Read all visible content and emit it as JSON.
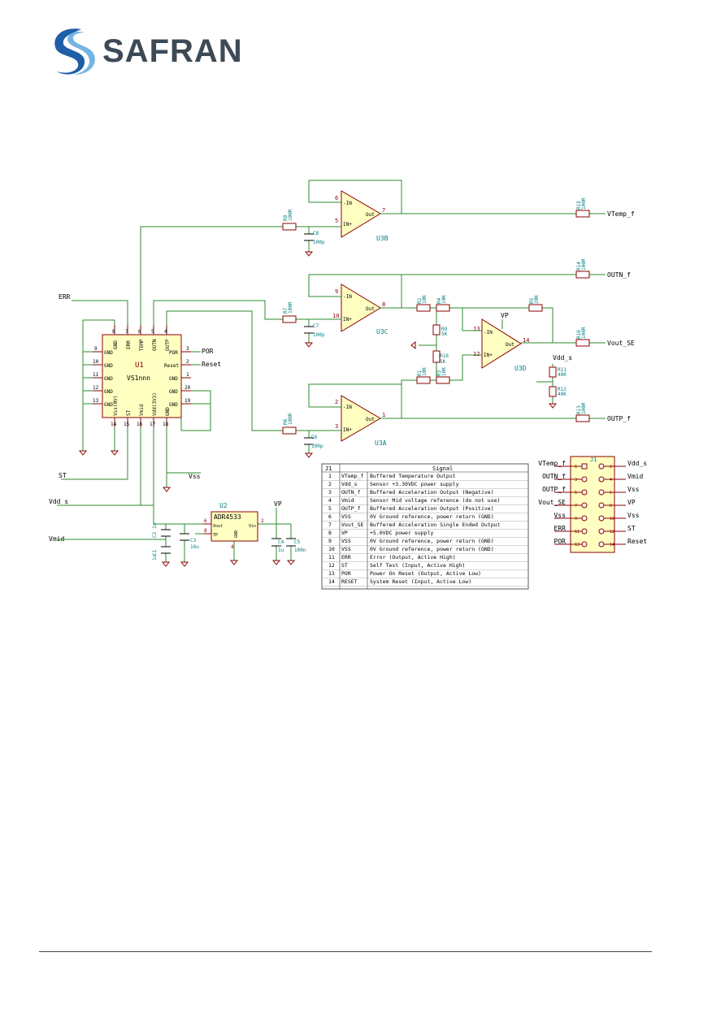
{
  "brand": {
    "name": "SAFRAN",
    "color": "#3d4a56",
    "accent": "#1f5fa8"
  },
  "colors": {
    "wire": "#2e8b2e",
    "part_outline": "#8b0000",
    "part_fill": "#ffffc2",
    "ref_text": "#008080"
  },
  "components": {
    "u1": {
      "ref": "U1",
      "value": "VS1nnn",
      "pins_left": [
        {
          "num": "9",
          "name": "GND"
        },
        {
          "num": "10",
          "name": "GND"
        },
        {
          "num": "11",
          "name": "GND"
        },
        {
          "num": "12",
          "name": "GND"
        },
        {
          "num": "13",
          "name": "GND"
        }
      ],
      "pins_top": [
        {
          "num": "8",
          "name": "GND"
        },
        {
          "num": "7",
          "name": "ERR"
        },
        {
          "num": "6",
          "name": "TEMP"
        },
        {
          "num": "5",
          "name": "OUTN"
        },
        {
          "num": "4",
          "name": "OUTP"
        }
      ],
      "pins_right": [
        {
          "num": "3",
          "name": "POR"
        },
        {
          "num": "2",
          "name": "Reset"
        },
        {
          "num": "1",
          "name": "GND"
        },
        {
          "num": "20",
          "name": "GND"
        },
        {
          "num": "19",
          "name": "GND"
        }
      ],
      "pins_bottom": [
        {
          "num": "14",
          "name": "Vss(0V)"
        },
        {
          "num": "15",
          "name": "ST"
        },
        {
          "num": "16",
          "name": "Vmid"
        },
        {
          "num": "17",
          "name": "Vdd(3V3)"
        },
        {
          "num": "18",
          "name": "GND"
        }
      ]
    },
    "u2": {
      "ref": "U2",
      "value": "ADR4533",
      "pin_vout": "Vout",
      "pin_tp": "TP",
      "pin_vin": "Vin",
      "pin_gnd": "GND",
      "num_vout": "6",
      "num_tp": "8",
      "num_vin": "2",
      "num_gnd": "4"
    },
    "u3a": {
      "ref": "U3A",
      "in_minus": "-IN",
      "in_plus": "IN+",
      "out": "Out",
      "p_minus": "2",
      "p_plus": "3",
      "p_out": "1"
    },
    "u3b": {
      "ref": "U3B",
      "in_minus": "-IN",
      "in_plus": "IN+",
      "out": "Out",
      "p_minus": "6",
      "p_plus": "5",
      "p_out": "7"
    },
    "u3c": {
      "ref": "U3C",
      "in_minus": "-IN",
      "in_plus": "IN+",
      "out": "Out",
      "p_minus": "9",
      "p_plus": "10",
      "p_out": "8"
    },
    "u3d": {
      "ref": "U3D",
      "in_minus": "-IN",
      "in_plus": "IN+",
      "out": "Out",
      "p_minus": "13",
      "p_plus": "12",
      "p_out": "14"
    },
    "resistors": [
      {
        "ref": "R8",
        "val": "100R"
      },
      {
        "ref": "R7",
        "val": "100R"
      },
      {
        "ref": "R6",
        "val": "100R"
      },
      {
        "ref": "R15",
        "val": "100R"
      },
      {
        "ref": "R14",
        "val": "100R"
      },
      {
        "ref": "R16",
        "val": "100R"
      },
      {
        "ref": "R13",
        "val": "100R"
      },
      {
        "ref": "R2",
        "val": "10K"
      },
      {
        "ref": "R4",
        "val": "10K"
      },
      {
        "ref": "R5",
        "val": "20K"
      },
      {
        "ref": "R9",
        "val": "5K"
      },
      {
        "ref": "R10",
        "val": "5K"
      },
      {
        "ref": "R1",
        "val": "10K"
      },
      {
        "ref": "R3",
        "val": "10K"
      },
      {
        "ref": "R11",
        "val": "40K"
      },
      {
        "ref": "R12",
        "val": "40K"
      }
    ],
    "caps": [
      {
        "ref": "C8",
        "val": "100p"
      },
      {
        "ref": "C7",
        "val": "100p"
      },
      {
        "ref": "C6",
        "val": "100p"
      },
      {
        "ref": "C1",
        "val": "1u"
      },
      {
        "ref": "C2",
        "val": "1u"
      },
      {
        "ref": "C3",
        "val": "10u"
      },
      {
        "ref": "C4",
        "val": "1u"
      },
      {
        "ref": "C5",
        "val": "100n"
      }
    ]
  },
  "nets": {
    "err": "ERR",
    "st": "ST",
    "vss": "Vss",
    "vdd_s": "Vdd_s",
    "vmid": "Vmid",
    "vp": "VP",
    "por": "POR",
    "reset": "Reset",
    "vtemp_f": "VTemp_f",
    "outn_f": "OUTN_f",
    "vout_se": "Vout_SE",
    "outp_f": "OUTP_f"
  },
  "j1_table": {
    "header": [
      "J1",
      "Signal"
    ],
    "rows": [
      [
        "1",
        "VTemp_f",
        "Buffered Temperature Output"
      ],
      [
        "2",
        "Vdd_s",
        "Sensor +3.30VDC power supply"
      ],
      [
        "3",
        "OUTN_f",
        "Buffered Acceleration Output (Negative)"
      ],
      [
        "4",
        "Vmid",
        "Sensor Mid voltage reference (do not use)"
      ],
      [
        "5",
        "OUTP_f",
        "Buffered Acceleration Output (Positive)"
      ],
      [
        "6",
        "VSS",
        "0V Ground reference, power return (GND)"
      ],
      [
        "7",
        "Vout_SE",
        "Buffered Acceleration Single Ended Output"
      ],
      [
        "8",
        "VP",
        "+5.0VDC power supply"
      ],
      [
        "9",
        "VSS",
        "0V Ground reference, power return (GND)"
      ],
      [
        "10",
        "VSS",
        "0V Ground reference, power return (GND)"
      ],
      [
        "11",
        "ERR",
        "Error (Output, Active High)"
      ],
      [
        "12",
        "ST",
        "Self Test (Input, Active High)"
      ],
      [
        "13",
        "POR",
        "Power On Reset (Output, Active Low)"
      ],
      [
        "14",
        "RESET",
        "System Reset (Input, Active Low)"
      ]
    ]
  },
  "j1_connector": {
    "ref": "J1",
    "pins": [
      {
        "odd": "1",
        "oddLabel": "VTemp_f",
        "even": "2",
        "evenLabel": "Vdd_s"
      },
      {
        "odd": "3",
        "oddLabel": "OUTN_f",
        "even": "4",
        "evenLabel": "Vmid"
      },
      {
        "odd": "5",
        "oddLabel": "OUTP_f",
        "even": "6",
        "evenLabel": "Vss"
      },
      {
        "odd": "7",
        "oddLabel": "Vout_SE",
        "even": "8",
        "evenLabel": "VP"
      },
      {
        "odd": "9",
        "oddLabel": "Vss",
        "even": "10",
        "evenLabel": "Vss"
      },
      {
        "odd": "11",
        "oddLabel": "ERR",
        "even": "12",
        "evenLabel": "ST"
      },
      {
        "odd": "13",
        "oddLabel": "POR",
        "even": "14",
        "evenLabel": "Reset"
      }
    ]
  }
}
